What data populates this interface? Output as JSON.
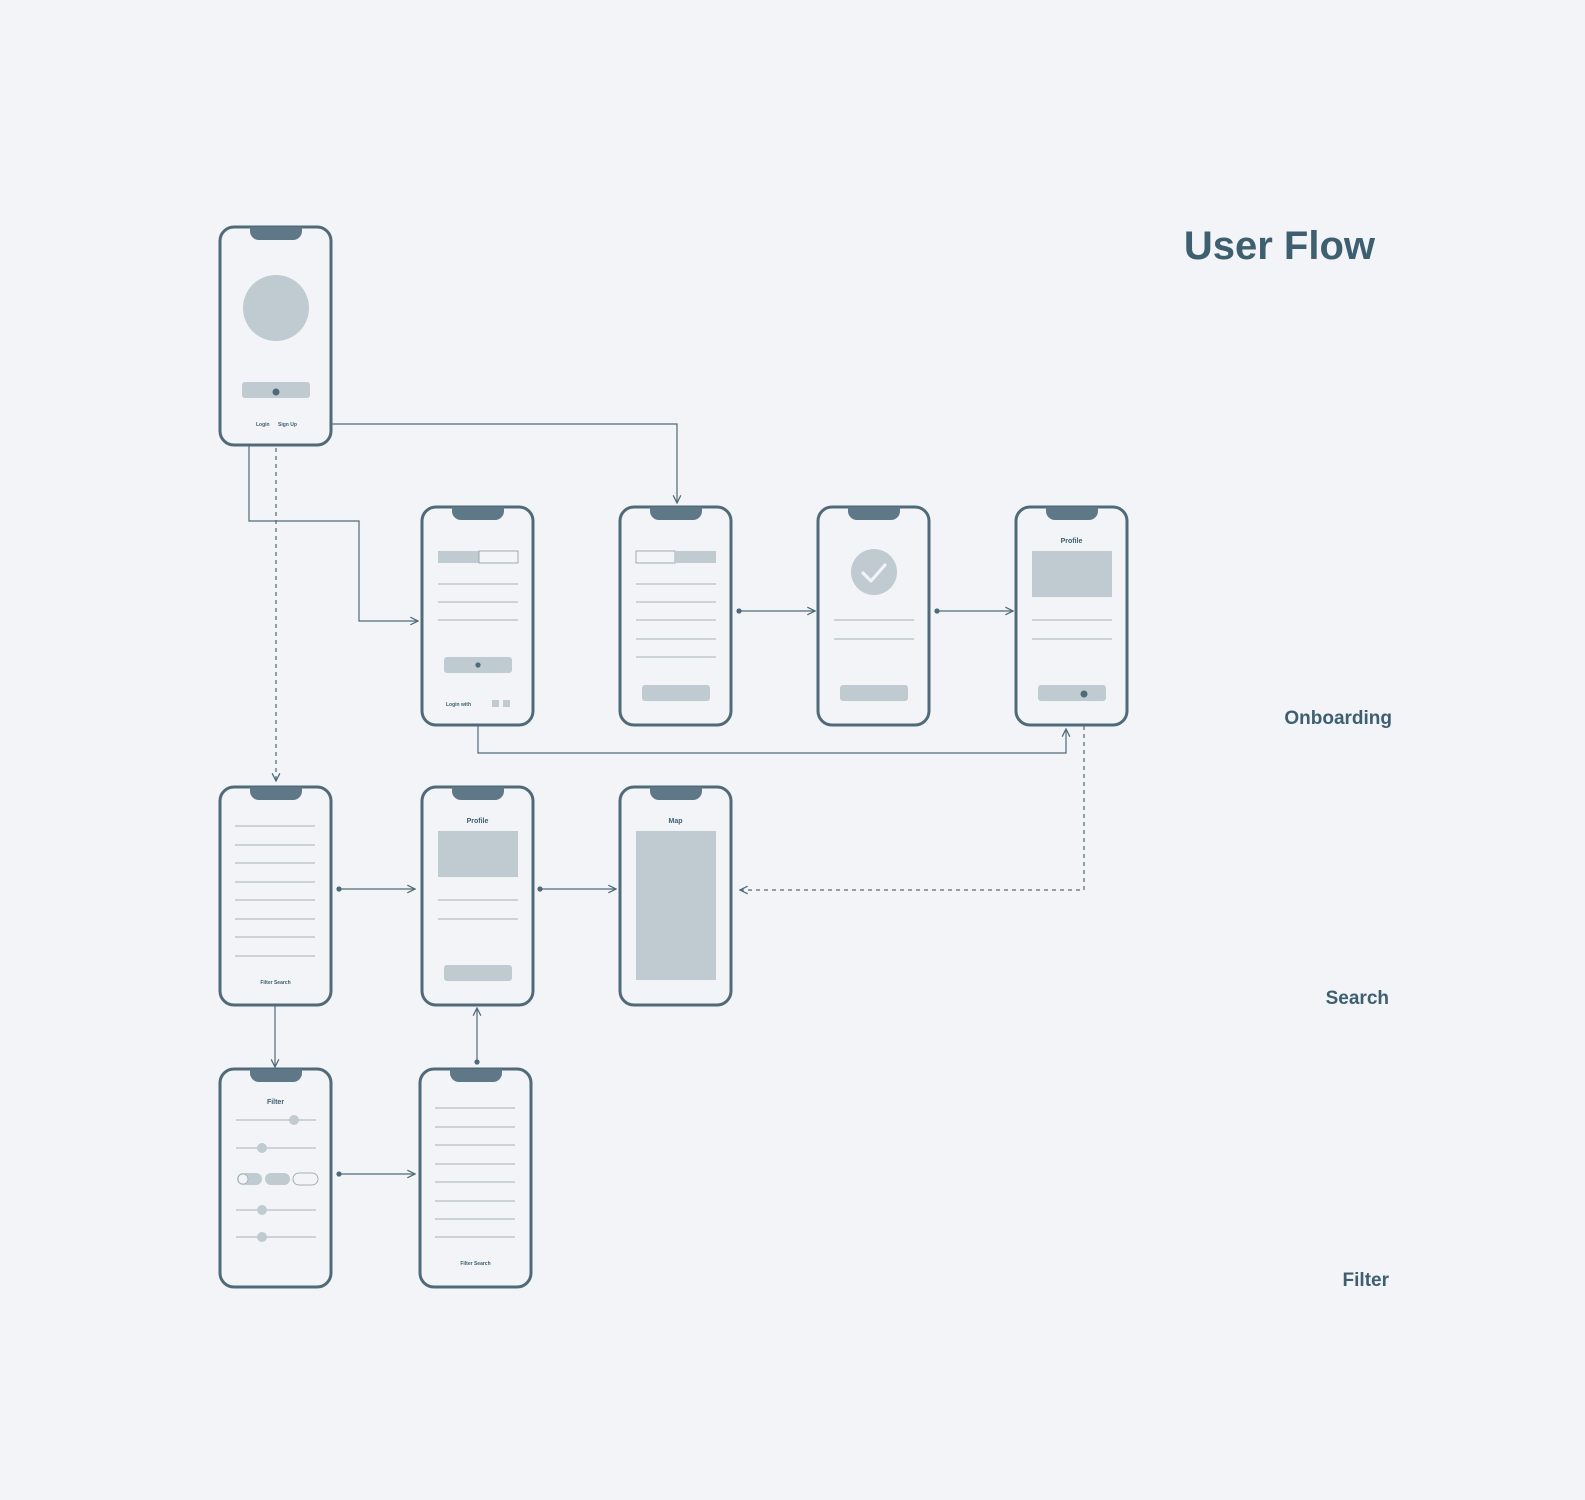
{
  "title": "User Flow",
  "sections": {
    "onboarding": "Onboarding",
    "search": "Search",
    "filter": "Filter"
  },
  "screens": {
    "welcome": {
      "login": "Login",
      "signup": "Sign Up"
    },
    "login": {
      "login_with": "Login with"
    },
    "profile": {
      "title": "Profile"
    },
    "search_profile": {
      "title": "Profile"
    },
    "map": {
      "title": "Map"
    },
    "results": {
      "footer": "Filter Search"
    },
    "filter": {
      "title": "Filter"
    },
    "filtered_results": {
      "footer": "Filter Search"
    }
  },
  "colors": {
    "background": "#f2f4f7",
    "outline": "#4f6a78",
    "notch": "#5f7887",
    "placeholder": "#bfcbd1",
    "line": "#8a9ca6",
    "text": "#3e5f70"
  }
}
